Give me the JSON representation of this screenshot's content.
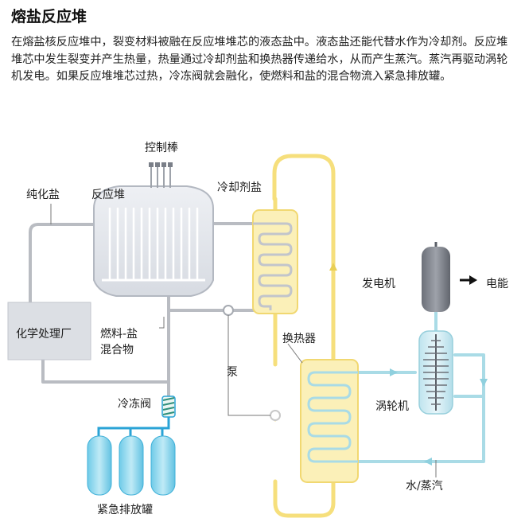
{
  "title": "熔盐反应堆",
  "description": "在熔盐核反应堆中，裂变材料被融在反应堆堆芯的液态盐中。液态盐还能代替水作为冷却剂。反应堆堆芯中发生裂变并产生热量，热量通过冷却剂盐和换热器传递给水，从而产生蒸汽。蒸汽再驱动涡轮机发电。如果反应堆堆芯过热，冷冻阀就会融化，使燃料和盐的混合物流入紧急排放罐。",
  "labels": {
    "control_rods": "控制棒",
    "purified_salt": "纯化盐",
    "reactor": "反应堆",
    "coolant_salt": "冷却剂盐",
    "generator": "发电机",
    "electricity": "电能",
    "chem_plant": "化学处理厂",
    "fuel_salt_line1": "燃料-盐",
    "fuel_salt_line2": "混合物",
    "heat_exchanger": "换热器",
    "pump": "泵",
    "freeze_valve": "冷冻阀",
    "turbine": "涡轮机",
    "water_steam": "水/蒸汽",
    "drain_tanks": "紧急排放罐"
  },
  "colors": {
    "fuel_loop": "#b9bcc2",
    "coolant_loop": "#f6df7c",
    "water_loop": "#a9dbe6",
    "drain_lines": "#2aa3d6",
    "leader_lines": "#777777"
  }
}
